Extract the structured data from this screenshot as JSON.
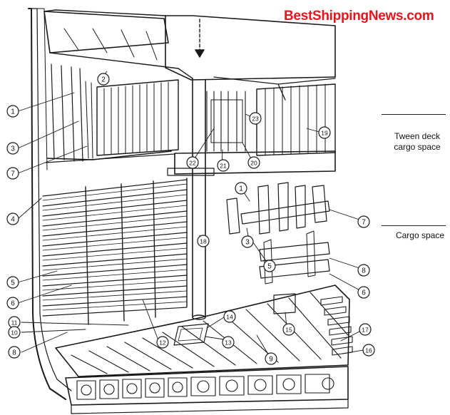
{
  "watermark": {
    "text": "BestShippingNews.com",
    "color": "#e8141c"
  },
  "labels": {
    "tween_deck": "Tween deck cargo space",
    "cargo_space": "Cargo space"
  },
  "callouts": [
    {
      "n": "1"
    },
    {
      "n": "2"
    },
    {
      "n": "3"
    },
    {
      "n": "7"
    },
    {
      "n": "4"
    },
    {
      "n": "5"
    },
    {
      "n": "6"
    },
    {
      "n": "11"
    },
    {
      "n": "10"
    },
    {
      "n": "8"
    },
    {
      "n": "12"
    },
    {
      "n": "13"
    },
    {
      "n": "14"
    },
    {
      "n": "15"
    },
    {
      "n": "9"
    },
    {
      "n": "17"
    },
    {
      "n": "16"
    },
    {
      "n": "18"
    },
    {
      "n": "19"
    },
    {
      "n": "22"
    },
    {
      "n": "21"
    },
    {
      "n": "20"
    },
    {
      "n": "23"
    },
    {
      "n": "1"
    },
    {
      "n": "3"
    },
    {
      "n": "7"
    },
    {
      "n": "5"
    },
    {
      "n": "8"
    },
    {
      "n": "6"
    }
  ]
}
